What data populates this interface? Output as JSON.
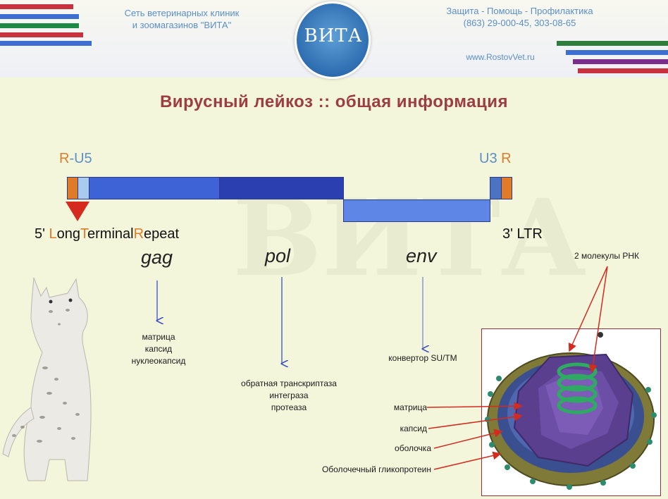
{
  "header": {
    "clinic_line1": "Сеть ветеринарных клиник",
    "clinic_line2": "и зоомагазинов \"ВИТА\"",
    "logo_text": "ВИТА",
    "tagline": "Защита - Помощь - Профилактика",
    "phones": "(863) 29-000-45, 303-08-65",
    "website": "www.RostovVet.ru"
  },
  "title": "Вирусный лейкоз :: общая информация",
  "genome": {
    "left_label_r": "R",
    "left_label_rest": "-U5",
    "right_label_u3": "U3",
    "right_label_r": "R",
    "ltr5_prefix": "5' ",
    "ltr5_L": "L",
    "ltr5_ong": "ong",
    "ltr5_T": "T",
    "ltr5_erminal": "erminal",
    "ltr5_R": "R",
    "ltr5_epeat": "epeat",
    "ltr3": "3' LTR"
  },
  "genes": {
    "gag": {
      "name": "gag",
      "products": [
        "матрица",
        "капсид",
        "нуклеокапсид"
      ]
    },
    "pol": {
      "name": "pol",
      "products": [
        "обратная транскриптаза",
        "интеграза",
        "протеаза"
      ]
    },
    "env": {
      "name": "env",
      "products": [
        "конвертор SU/TM"
      ]
    }
  },
  "virion": {
    "rna_label": "2 молекулы РНК",
    "labels": [
      "матрица",
      "капсид",
      "оболочка",
      "Оболочечный гликопротеин"
    ]
  },
  "colors": {
    "title": "#9d3c44",
    "genome_blue": "#3d63d6",
    "genome_dark": "#2b3fb0",
    "env_blue": "#5e86e6",
    "ltr_orange": "#e07b2a",
    "ltr_lightblue": "#a9cbee",
    "arrow_red": "#d42b1e",
    "link_blue": "#5b8fc7"
  }
}
